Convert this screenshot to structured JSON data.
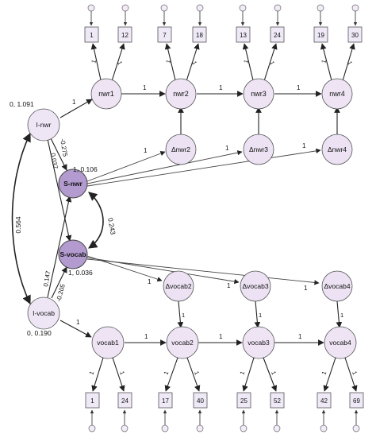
{
  "nwr": {
    "latents": [
      "nwr1",
      "nwr2",
      "nwr3",
      "nwr4"
    ],
    "indicators": [
      "1",
      "12",
      "7",
      "18",
      "13",
      "24",
      "19",
      "30"
    ],
    "change_latents": [
      "Δnwr2",
      "Δnwr3",
      "Δnwr4"
    ]
  },
  "vocab": {
    "latents": [
      "vocab1",
      "vocab2",
      "vocab3",
      "vocab4"
    ],
    "indicators": [
      "1",
      "24",
      "17",
      "40",
      "25",
      "52",
      "42",
      "69"
    ],
    "change_latents": [
      "Δvocab2",
      "Δvocab3",
      "Δvocab4"
    ]
  },
  "factors": {
    "intercept_nwr": "I-nwr",
    "intercept_vocab": "I-vocab",
    "slope_nwr": "S-nwr",
    "slope_vocab": "S-vocab"
  },
  "estimates": {
    "i_nwr_var": "0, 1.091",
    "i_vocab_var": "0, 0.190",
    "s_nwr_var": "1, 0.106",
    "s_vocab_var": "1, 0.036",
    "cov_i": "0.564",
    "cov_s": "0.243",
    "i_nwr_to_s_nwr": "-0.275",
    "i_nwr_to_s_vocab": "0.037",
    "i_vocab_to_s_nwr": "0.147",
    "i_vocab_to_s_vocab": "-0.205",
    "fixed": "1"
  }
}
